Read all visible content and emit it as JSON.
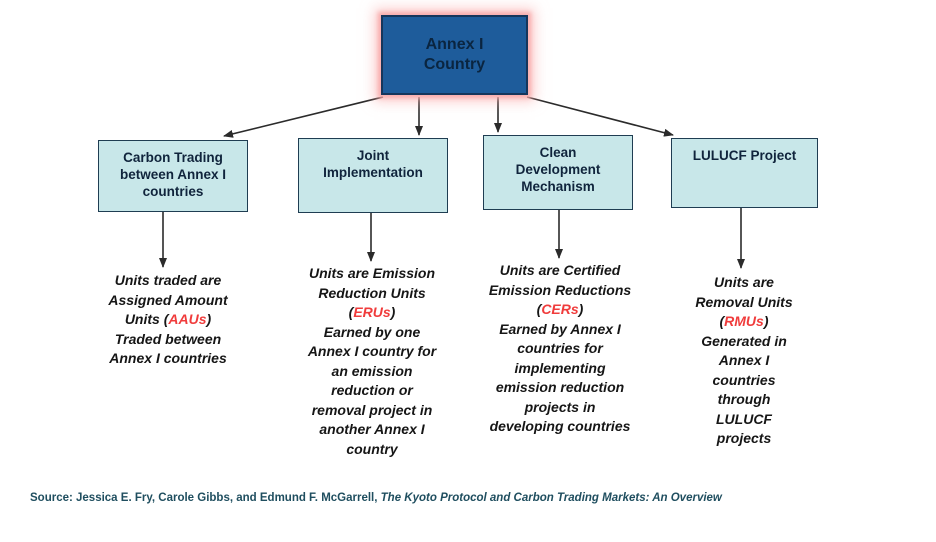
{
  "diagram": {
    "root": {
      "label": "Annex I\nCountry"
    },
    "branches": [
      {
        "label": "Carbon Trading\nbetween Annex I\ncountries",
        "description": [
          [
            {
              "t": "Units traded are"
            }
          ],
          [
            {
              "t": "Assigned Amount"
            }
          ],
          [
            {
              "t": "Units ("
            },
            {
              "t": "AAUs",
              "red": true
            },
            {
              "t": ")"
            }
          ],
          [
            {
              "t": "Traded between"
            }
          ],
          [
            {
              "t": "Annex I countries"
            }
          ]
        ]
      },
      {
        "label": "Joint\nImplementation",
        "description": [
          [
            {
              "t": "Units are Emission"
            }
          ],
          [
            {
              "t": "Reduction Units"
            }
          ],
          [
            {
              "t": "("
            },
            {
              "t": "ERUs",
              "red": true
            },
            {
              "t": ")"
            }
          ],
          [
            {
              "t": "Earned by one"
            }
          ],
          [
            {
              "t": "Annex I country for"
            }
          ],
          [
            {
              "t": "an emission"
            }
          ],
          [
            {
              "t": "reduction or"
            }
          ],
          [
            {
              "t": "removal project in"
            }
          ],
          [
            {
              "t": "another Annex I"
            }
          ],
          [
            {
              "t": "country"
            }
          ]
        ]
      },
      {
        "label": "Clean\nDevelopment\nMechanism",
        "description": [
          [
            {
              "t": "Units are Certified"
            }
          ],
          [
            {
              "t": "Emission Reductions"
            }
          ],
          [
            {
              "t": "("
            },
            {
              "t": "CERs",
              "red": true
            },
            {
              "t": ")"
            }
          ],
          [
            {
              "t": "Earned by Annex I"
            }
          ],
          [
            {
              "t": "countries for"
            }
          ],
          [
            {
              "t": "implementing"
            }
          ],
          [
            {
              "t": "emission reduction"
            }
          ],
          [
            {
              "t": "projects in"
            }
          ],
          [
            {
              "t": "developing countries"
            }
          ]
        ]
      },
      {
        "label": "LULUCF Project",
        "description": [
          [
            {
              "t": "Units are"
            }
          ],
          [
            {
              "t": "Removal Units"
            }
          ],
          [
            {
              "t": "("
            },
            {
              "t": "RMUs",
              "red": true
            },
            {
              "t": ")"
            }
          ],
          [
            {
              "t": "Generated in"
            }
          ],
          [
            {
              "t": "Annex I"
            }
          ],
          [
            {
              "t": "countries"
            }
          ],
          [
            {
              "t": "through"
            }
          ],
          [
            {
              "t": "LULUCF"
            }
          ],
          [
            {
              "t": "projects"
            }
          ]
        ]
      }
    ]
  },
  "source": {
    "prefix": "Source: Jessica E. Fry, Carole Gibbs, and Edmund F. McGarrell, ",
    "title": "The Kyoto Protocol and Carbon Trading Markets: An Overview"
  },
  "colors": {
    "root_fill": "#1E5C9B",
    "root_border": "#16365C",
    "root_glow": "#F9ACAC",
    "branch_fill": "#C8E7E9",
    "branch_border": "#1F3D52",
    "highlight_red": "#F03C3C",
    "arrow_color": "#2B2B2B",
    "text_color": "#161616",
    "label_color": "#10243C",
    "source_color": "#1F4E5F"
  }
}
